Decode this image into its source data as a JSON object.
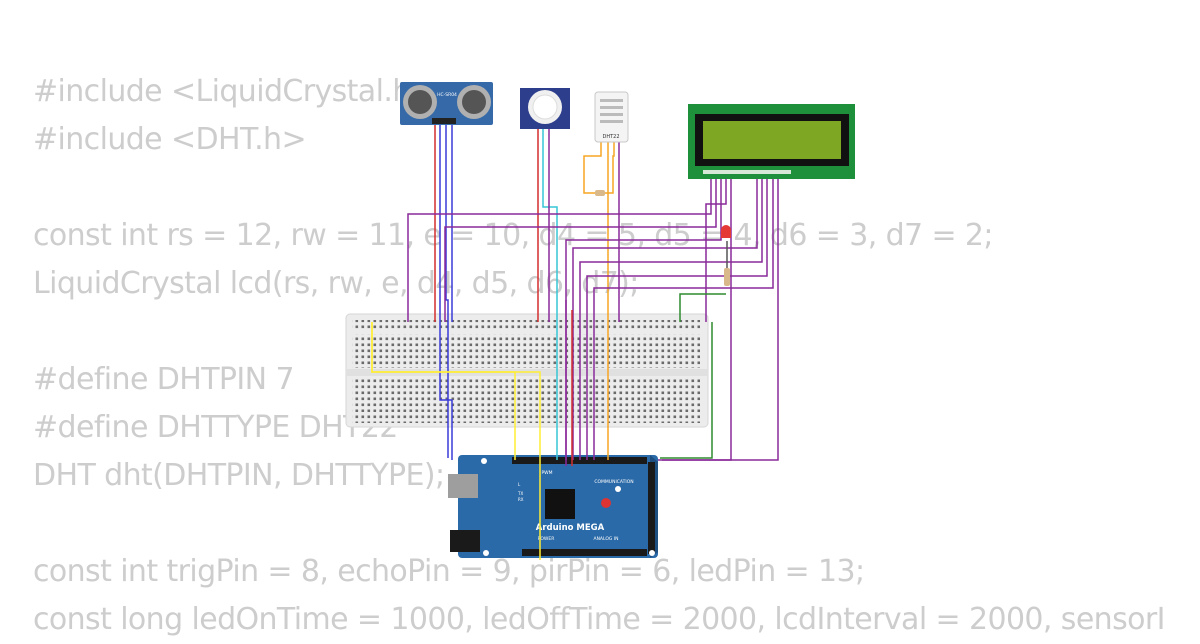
{
  "code_lines": [
    "#include <LiquidCrystal.h>",
    "#include <DHT.h>",
    "",
    "const int rs = 12, rw = 11, e = 10, d4 = 5, d5 = 4, d6 = 3, d7 = 2;",
    "LiquidCrystal lcd(rs, rw, e, d4, d5, d6, d7);",
    "",
    "#define DHTPIN 7",
    "#define DHTTYPE DHT22",
    "DHT dht(DHTPIN, DHTTYPE);",
    "",
    "const int trigPin = 8, echoPin = 9, pirPin = 6, ledPin = 13;",
    "const long ledOnTime = 1000, ledOffTime = 2000, lcdInterval = 2000, sensorI"
  ],
  "components": {
    "ultrasonic_label": "HC-SR04",
    "dht_label": "DHT22",
    "arduino_label": "Arduino MEGA",
    "communication_label": "COMMUNICATION",
    "pwm_label": "PWM",
    "power_label": "POWER",
    "analog_label": "ANALOG IN",
    "tx_label": "TX",
    "rx_label": "RX",
    "l_label": "L"
  },
  "colors": {
    "code_text": "#cdcdcd",
    "arduino_blue": "#2b6aa8",
    "lcd_board": "#1e8f3a",
    "lcd_screen": "#7ea823",
    "wire_purple": "#8a2a9a",
    "wire_red": "#d32f2f",
    "wire_blue": "#3a3ad8",
    "wire_yellow": "#ffee33",
    "wire_orange": "#f5a623",
    "wire_cyan": "#35c6d6",
    "wire_green": "#2e8b2e"
  },
  "icons": [
    "ultrasonic-sensor-icon",
    "pir-sensor-icon",
    "dht22-sensor-icon",
    "lcd-display-icon",
    "led-icon",
    "resistor-icon",
    "breadboard-icon",
    "arduino-mega-board-icon"
  ]
}
